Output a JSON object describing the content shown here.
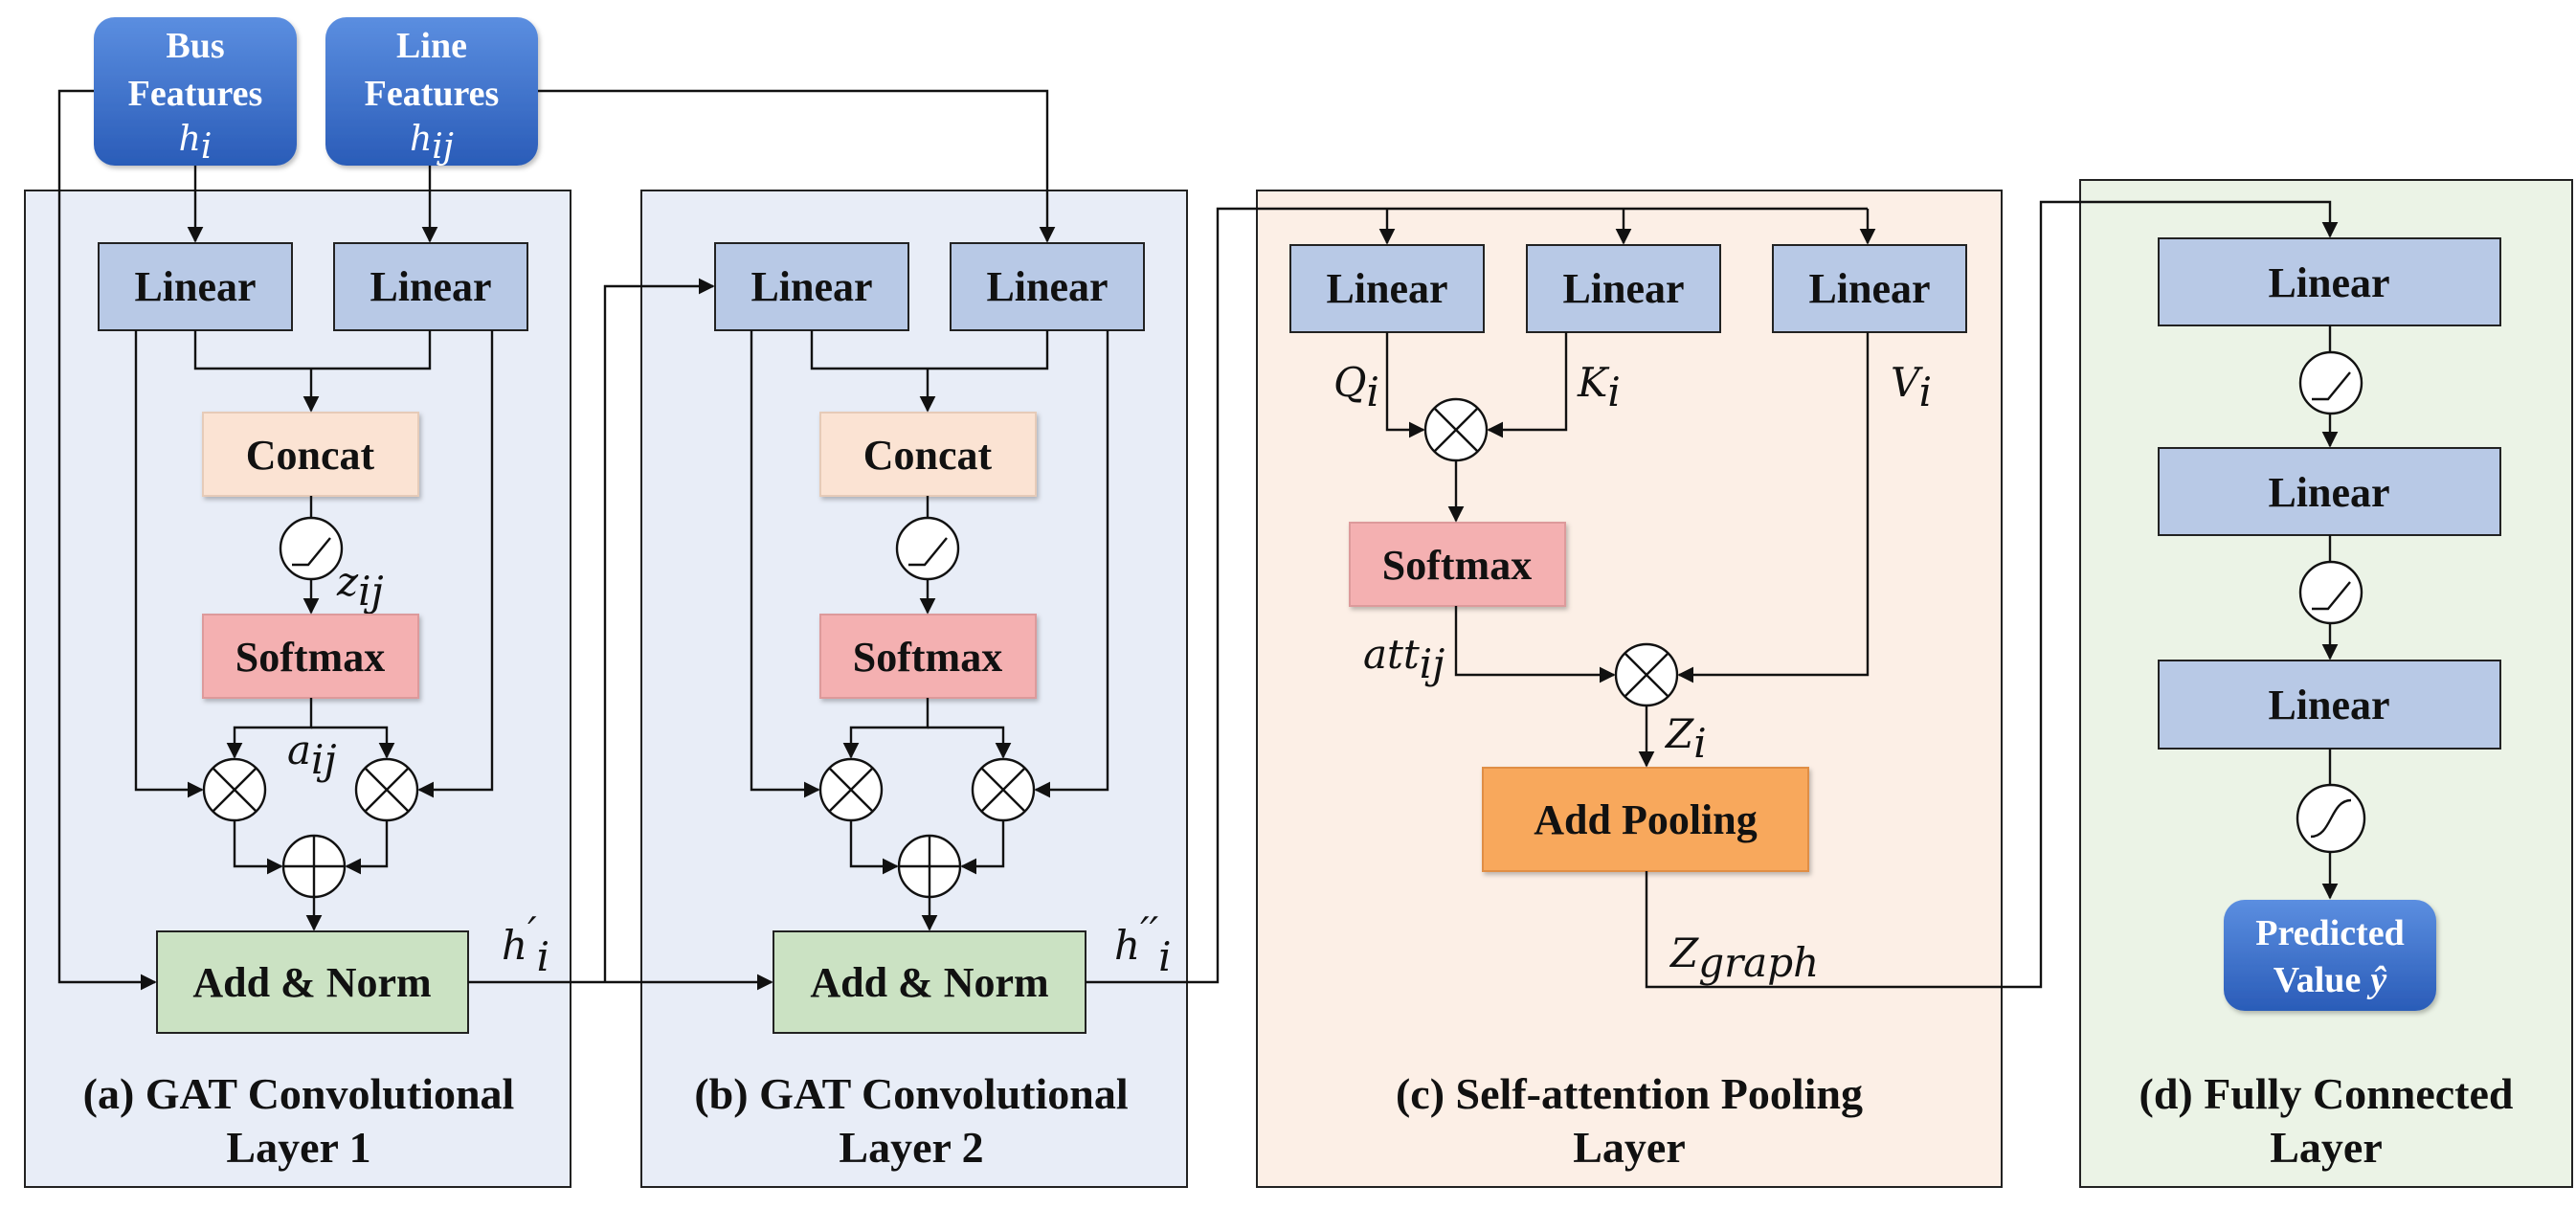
{
  "inputs": {
    "bus": {
      "line1": "Bus",
      "line2": "Features",
      "symbol": "h",
      "sub": "i"
    },
    "line": {
      "line1": "Line",
      "line2": "Features",
      "symbol": "h",
      "sub": "ij"
    }
  },
  "panels": {
    "a": {
      "caption1": "(a) GAT Convolutional",
      "caption2": "Layer 1"
    },
    "b": {
      "caption1": "(b) GAT Convolutional",
      "caption2": "Layer 2"
    },
    "c": {
      "caption1": "(c) Self-attention Pooling",
      "caption2": "Layer"
    },
    "d": {
      "caption1": "(d) Fully Connected",
      "caption2": "Layer"
    }
  },
  "blocks": {
    "linear": "Linear",
    "concat": "Concat",
    "softmax": "Softmax",
    "add_norm": "Add & Norm",
    "add_pooling": "Add Pooling",
    "predicted1": "Predicted",
    "predicted2": "Value"
  },
  "symbols": {
    "z_ij": {
      "base": "z",
      "sub": "ij"
    },
    "a_ij": {
      "base": "a",
      "sub": "ij"
    },
    "h_prime": {
      "base": "h",
      "prime": "′",
      "sub": "i"
    },
    "h_dprime": {
      "base": "h",
      "prime": "′′",
      "sub": "i"
    },
    "q": {
      "base": "Q",
      "sub": "i"
    },
    "k": {
      "base": "K",
      "sub": "i"
    },
    "v": {
      "base": "V",
      "sub": "i"
    },
    "att": {
      "base": "att",
      "sub": "ij"
    },
    "z_i": {
      "base": "Z",
      "sub": "i"
    },
    "z_graph": {
      "base": "Z",
      "sub": "graph"
    },
    "y_hat": "ŷ"
  },
  "colors": {
    "panel_blue": "#e8edf7",
    "panel_peach": "#fcefe6",
    "panel_green": "#ebf3e6",
    "linear": "#b8c9e6",
    "concat": "#fbe3d3",
    "softmax": "#f4b0b1",
    "add_norm": "#cbe2c3",
    "add_pooling": "#f8a85c",
    "input": "#3a6fc9"
  },
  "icons": [
    "relu-icon",
    "sigmoid-icon",
    "multiply-icon",
    "add-icon"
  ]
}
